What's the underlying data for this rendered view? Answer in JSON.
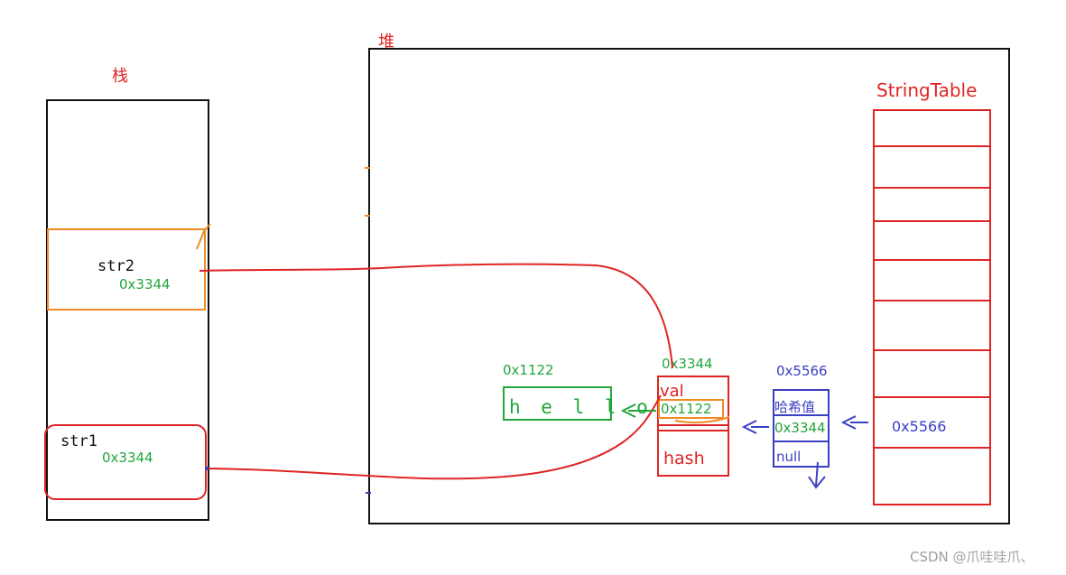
{
  "stack": {
    "label": "栈",
    "str2": {
      "name": "str2",
      "address": "0x3344"
    },
    "str1": {
      "name": "str1",
      "address": "0x3344"
    }
  },
  "heap": {
    "label": "堆",
    "hello_obj": {
      "address": "0x1122",
      "chars": "h e l l o"
    },
    "string_obj": {
      "address": "0x3344",
      "val_label": "val",
      "val_value": "0x1122",
      "hash_label": "hash"
    },
    "entry": {
      "address": "0x5566",
      "hash_label": "哈希值",
      "value": "0x3344",
      "next": "null"
    },
    "string_table": {
      "title": "StringTable",
      "slot_value": "0x5566"
    }
  },
  "watermark": "CSDN @爪哇哇爪、",
  "colors": {
    "red": "#e02424",
    "green": "#22a53a",
    "blue": "#3a3fc4",
    "orange": "#f08a24",
    "black": "#111111"
  }
}
